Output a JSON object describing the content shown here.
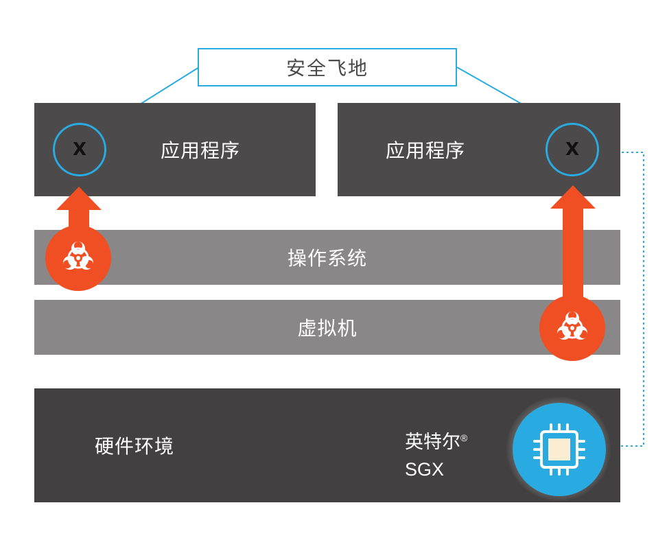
{
  "enclave_label": "安全飞地",
  "app_left_label": "应用程序",
  "app_right_label": "应用程序",
  "enclave_marker_left": "X",
  "enclave_marker_right": "X",
  "os_label": "操作系统",
  "vm_label": "虚拟机",
  "hardware_label": "硬件环境",
  "sgx_line1": "英特尔",
  "sgx_trademark": "®",
  "sgx_line2": "SGX",
  "icons": [
    "biohazard-icon",
    "biohazard-icon",
    "cpu-chip-icon"
  ],
  "colors": {
    "accent_blue": "#29abe2",
    "threat_orange": "#f04e23",
    "app_block": "#4d4a4b",
    "os_vm_block": "#8a8788",
    "hardware_block": "#424040"
  }
}
